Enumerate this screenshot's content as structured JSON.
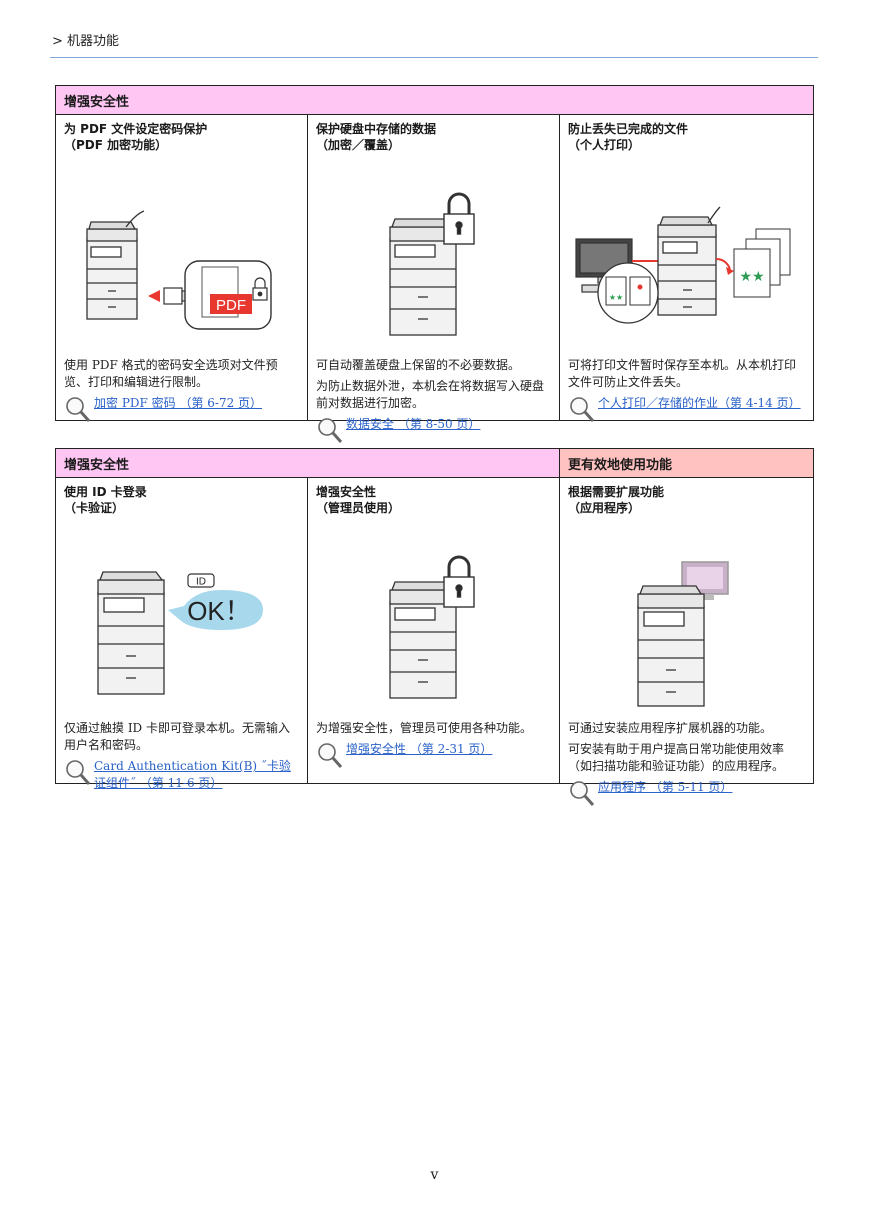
{
  "breadcrumb": "> 机器功能",
  "page_number": "v",
  "table1": {
    "header": "增强安全性",
    "cells": [
      {
        "title_line1": "为 PDF 文件设定密码保护",
        "title_line2": "（PDF 加密功能）",
        "illus_text": "PDF",
        "desc": [
          "使用 PDF 格式的密码安全选项对文件预览、打印和编辑进行限制。"
        ],
        "link": "加密 PDF 密码 （第 6-72 页）"
      },
      {
        "title_line1": "保护硬盘中存储的数据",
        "title_line2": "（加密／覆盖）",
        "desc": [
          "可自动覆盖硬盘上保留的不必要数据。",
          "为防止数据外泄，本机会在将数据写入硬盘前对数据进行加密。"
        ],
        "link": "数据安全 （第 8-50 页）"
      },
      {
        "title_line1": "防止丢失已完成的文件",
        "title_line2": "（个人打印）",
        "desc": [
          "可将打印文件暂时保存至本机。从本机打印文件可防止文件丢失。"
        ],
        "link": "个人打印／存储的作业（第 4-14 页）"
      }
    ]
  },
  "table2": {
    "header_left": "增强安全性",
    "header_right": "更有效地使用功能",
    "cells": [
      {
        "title_line1": "使用 ID 卡登录",
        "title_line2": "（卡验证）",
        "illus_id": "ID",
        "illus_ok": "OK！",
        "desc": [
          "仅通过触摸 ID 卡即可登录本机。无需输入用户名和密码。"
        ],
        "link": "Card Authentication Kit(B) ˝卡验证组件˝ （第 11-6 页）"
      },
      {
        "title_line1": "增强安全性",
        "title_line2": "（管理员使用）",
        "desc": [
          "为增强安全性，管理员可使用各种功能。"
        ],
        "link": "增强安全性 （第 2-31 页）"
      },
      {
        "title_line1": "根据需要扩展功能",
        "title_line2": "（应用程序）",
        "desc": [
          "可通过安装应用程序扩展机器的功能。",
          "可安装有助于用户提高日常功能使用效率（如扫描功能和验证功能）的应用程序。"
        ],
        "link": "应用程序 （第 5-11 页）"
      }
    ]
  },
  "colors": {
    "header_pink": "#ffc6f4",
    "header_salmon": "#ffc2c0",
    "link_blue": "#2a62c9",
    "pdf_red": "#e8372e",
    "rule_blue": "#7fa8d8"
  }
}
